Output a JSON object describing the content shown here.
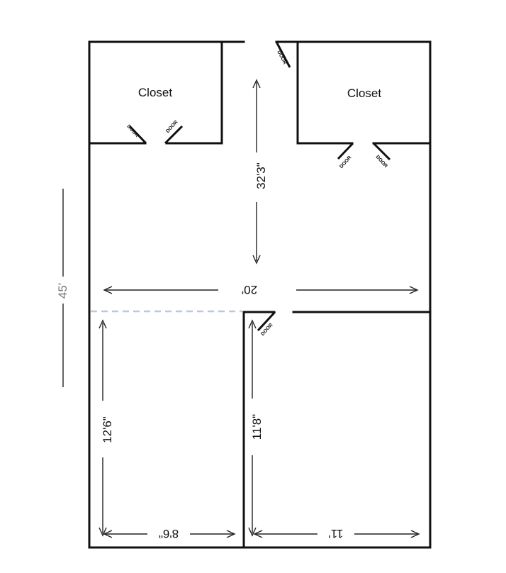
{
  "rooms": {
    "closet_left": "Closet",
    "closet_right": "Closet"
  },
  "door_label": "DOOR",
  "dimensions": {
    "overall_length": "45'",
    "hall_length": "32'3\"",
    "total_width": "20'",
    "left_room_length": "12'6\"",
    "left_room_width": "8'6\"",
    "right_room_length": "11'8\"",
    "right_room_width": "11'"
  },
  "colors": {
    "walls": "#111111",
    "dashed_line": "#b9c9de"
  }
}
